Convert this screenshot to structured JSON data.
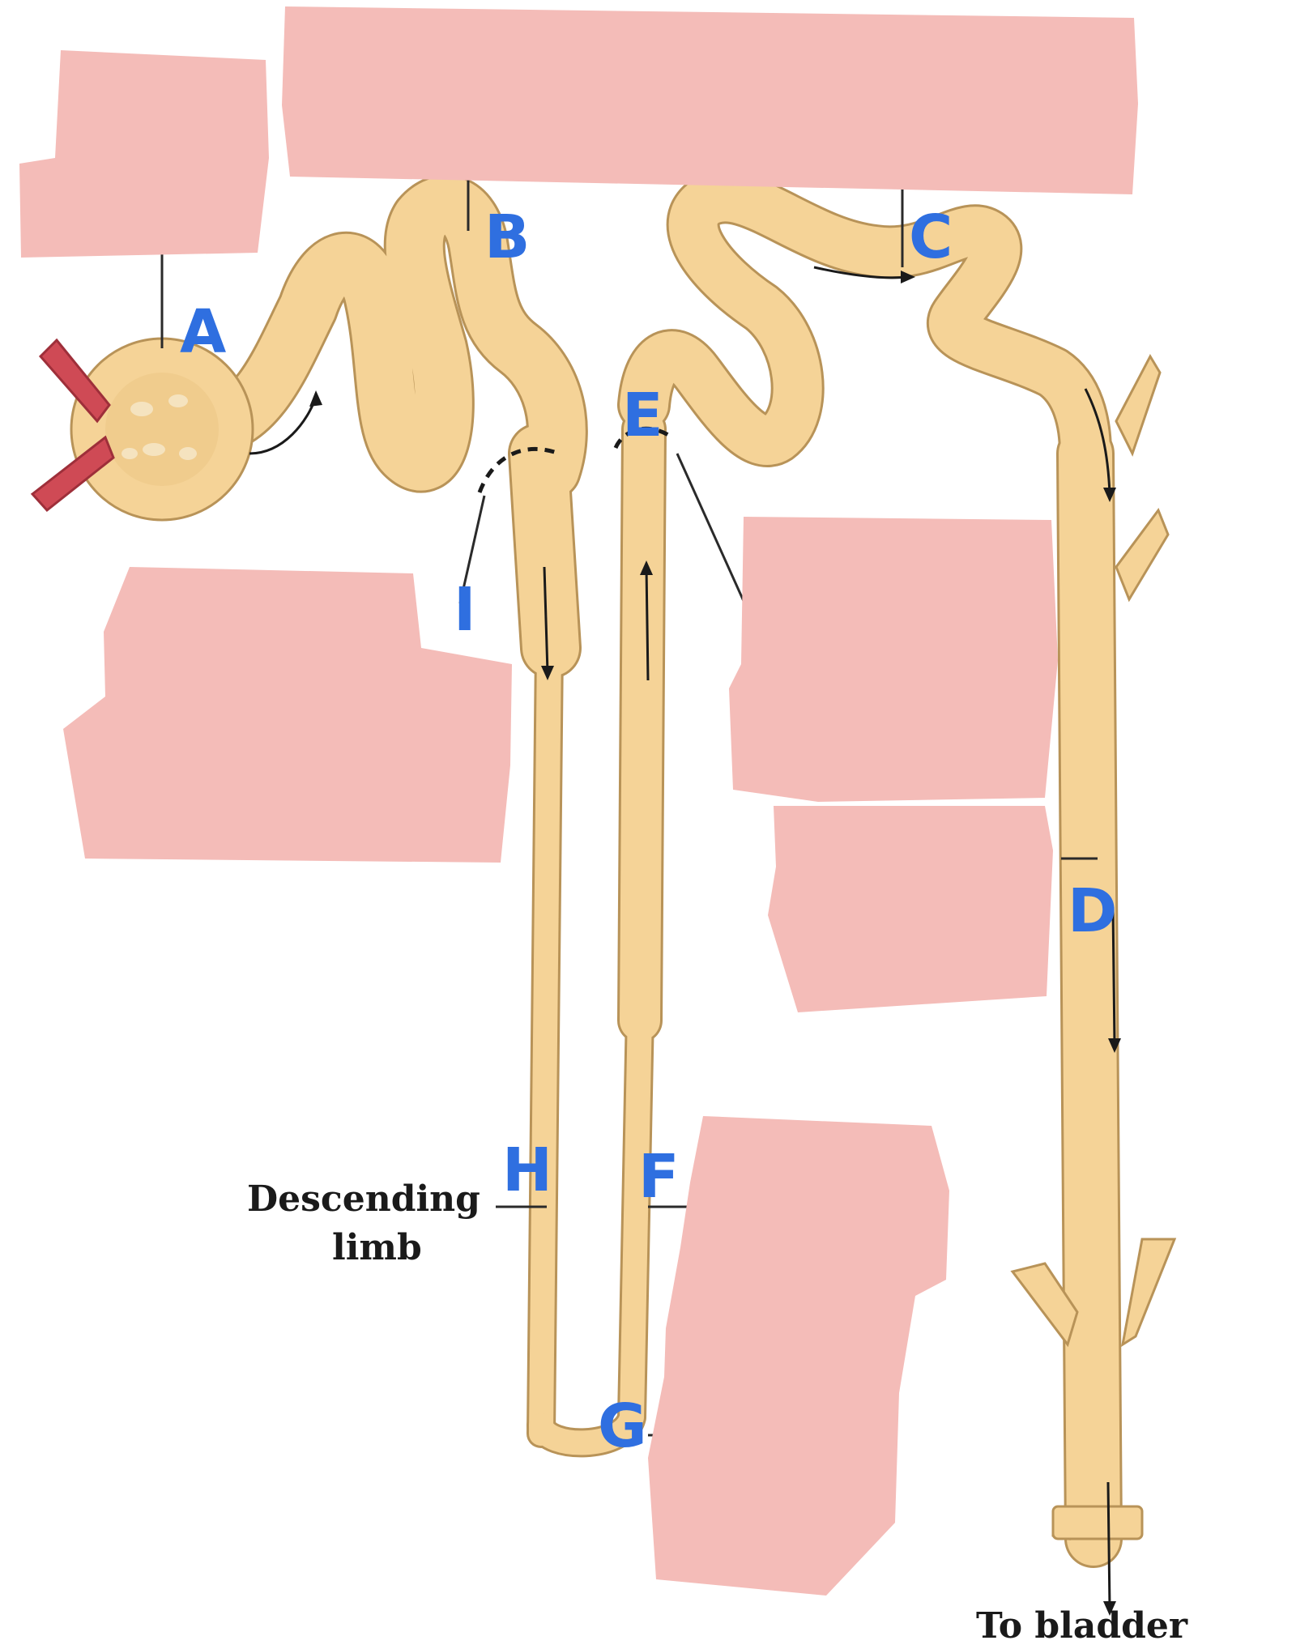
{
  "diagram": {
    "letters": {
      "a": "A",
      "b": "B",
      "c": "C",
      "d": "D",
      "e": "E",
      "f": "F",
      "g": "G",
      "h": "H",
      "i": "I"
    },
    "captions": {
      "descending_line1": "Descending",
      "descending_line2": "limb",
      "to_bladder": "To bladder"
    }
  },
  "colors": {
    "tubule_fill": "#f5d397",
    "tubule_stroke": "#b89358",
    "vessel": "#cf4a55",
    "mask": "#f4bcb8",
    "letters": "#2f6fe0",
    "ink": "#1a1a1a"
  }
}
